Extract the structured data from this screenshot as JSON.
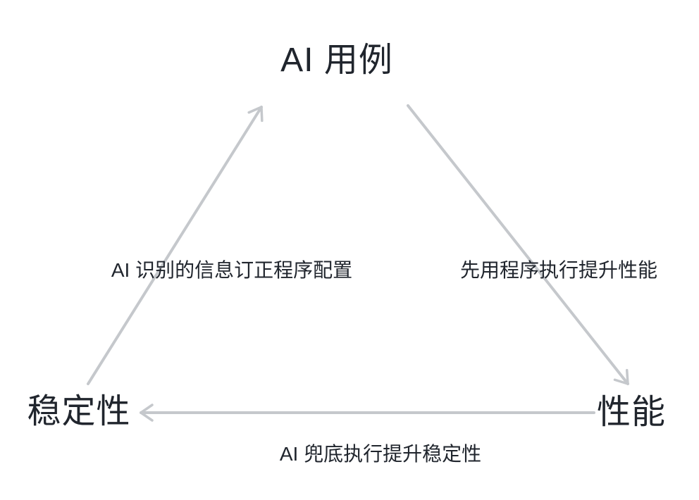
{
  "colors": {
    "arrow": "#c5c8cc",
    "text": "#20252d",
    "background": "#ffffff"
  },
  "nodes": {
    "use_case": {
      "label": "AI 用例"
    },
    "stability": {
      "label": "稳定性"
    },
    "performance": {
      "label": "性能"
    }
  },
  "edges": [
    {
      "from": "稳定性",
      "to": "AI 用例",
      "label": "AI 识别的信息订正程序配置"
    },
    {
      "from": "AI 用例",
      "to": "性能",
      "label": "先用程序执行提升性能"
    },
    {
      "from": "性能",
      "to": "稳定性",
      "label": "AI 兜底执行提升稳定性"
    }
  ]
}
